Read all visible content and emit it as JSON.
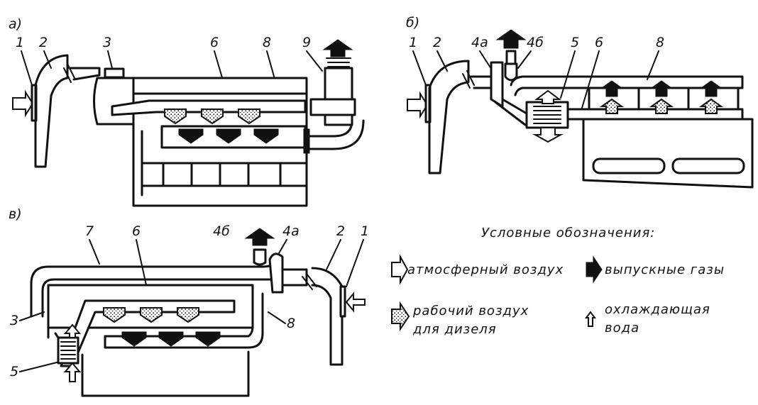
{
  "panels": {
    "a": {
      "letter": "а)",
      "labels": [
        "1",
        "2",
        "3",
        "6",
        "8",
        "9"
      ]
    },
    "b": {
      "letter": "б)",
      "labels": [
        "1",
        "2",
        "4а",
        "4б",
        "5",
        "6",
        "8"
      ]
    },
    "c": {
      "letter": "в)",
      "labels": [
        "7",
        "6",
        "4б",
        "4а",
        "2",
        "1",
        "3",
        "5",
        "8"
      ]
    }
  },
  "legend": {
    "title": "Условные обозначения:",
    "atmospheric_air": "атмосферный воздух",
    "exhaust_gases": "выпускные газы",
    "working_air_line1": "рабочий воздух",
    "working_air_line2": "для дизеля",
    "coolant_line1": "охлаждающая",
    "coolant_line2": "вода"
  }
}
